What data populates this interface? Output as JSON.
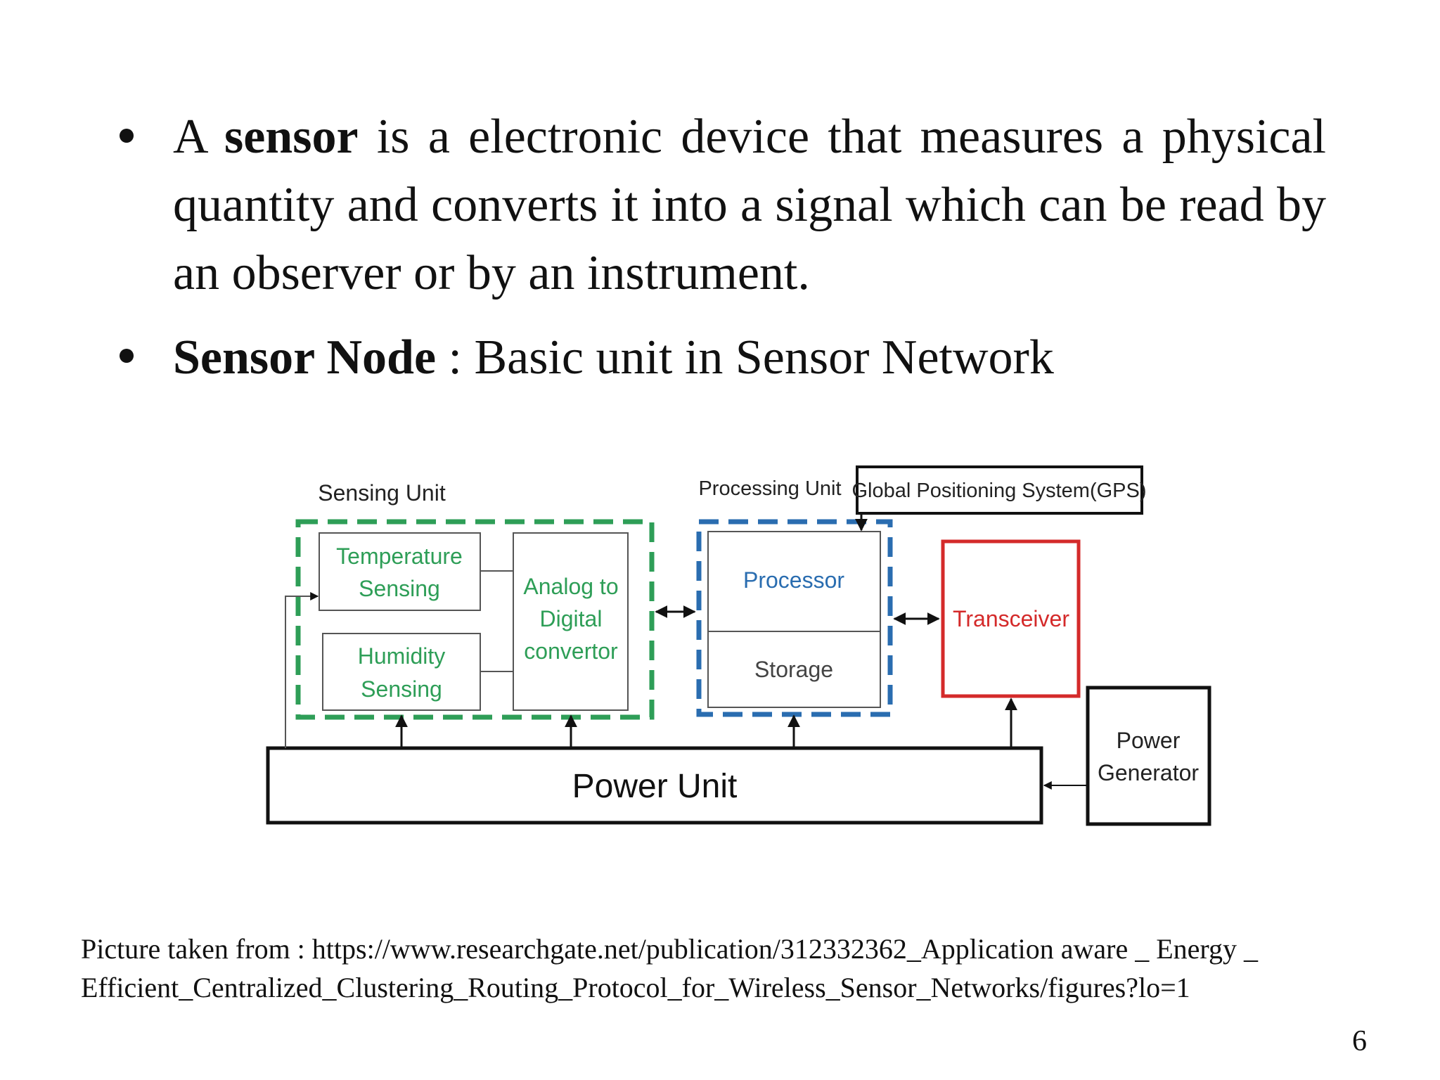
{
  "bullets": {
    "item1": {
      "lead": "A ",
      "bold": "sensor",
      "rest": " is a electronic device that measures a  physical quantity and converts it into a signal which can be read by an observer or by an instrument."
    },
    "item2": {
      "bold": "Sensor Node",
      "rest": " : Basic unit in Sensor Network"
    }
  },
  "diagram": {
    "sensing_unit_title": "Sensing Unit",
    "processing_unit_title": "Processing Unit",
    "gps": "Global Positioning System(GPS)",
    "temperature_line1": "Temperature",
    "temperature_line2": "Sensing",
    "humidity_line1": "Humidity",
    "humidity_line2": "Sensing",
    "adc_line1": "Analog to",
    "adc_line2": "Digital",
    "adc_line3": "convertor",
    "processor": "Processor",
    "storage": "Storage",
    "transceiver": "Transceiver",
    "power_unit": "Power Unit",
    "power_generator_line1": "Power",
    "power_generator_line2": "Generator",
    "colors": {
      "sensing_green": "#2e9e57",
      "processing_blue": "#2a6db0",
      "transceiver_red": "#d42a2a"
    }
  },
  "caption": {
    "line1": "Picture taken from : https://www.researchgate.net/publication/312332362_Application aware _ Energy _",
    "line2": "Efficient_Centralized_Clustering_Routing_Protocol_for_Wireless_Sensor_Networks/figures?lo=1"
  },
  "page_number": "6"
}
